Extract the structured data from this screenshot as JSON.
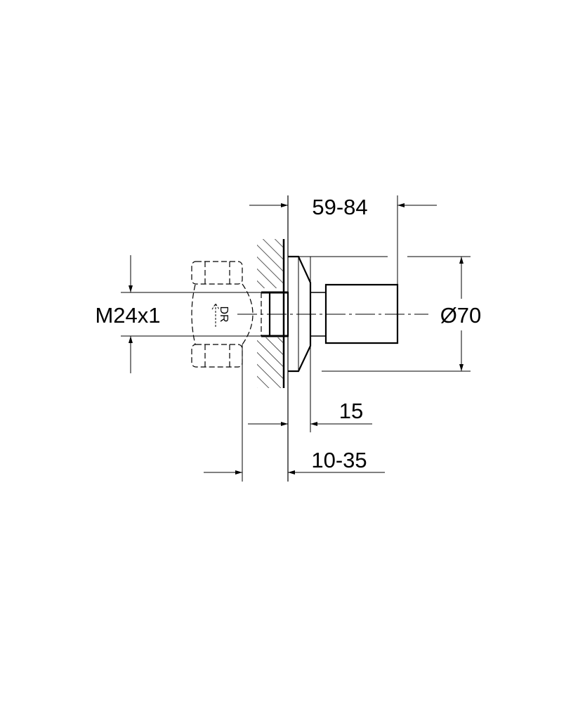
{
  "drawing": {
    "type": "technical-dimension-drawing",
    "subject": "concealed valve trim with wall rosette and handle",
    "colors": {
      "line": "#000000",
      "background": "#ffffff"
    },
    "dimensions": {
      "overall_projection": "59-84",
      "diameter": "Ø70",
      "thread": "M24x1",
      "rosette_to_handle": "15",
      "wall_depth": "10-35"
    },
    "labels": {
      "body_marking": "DR"
    }
  }
}
